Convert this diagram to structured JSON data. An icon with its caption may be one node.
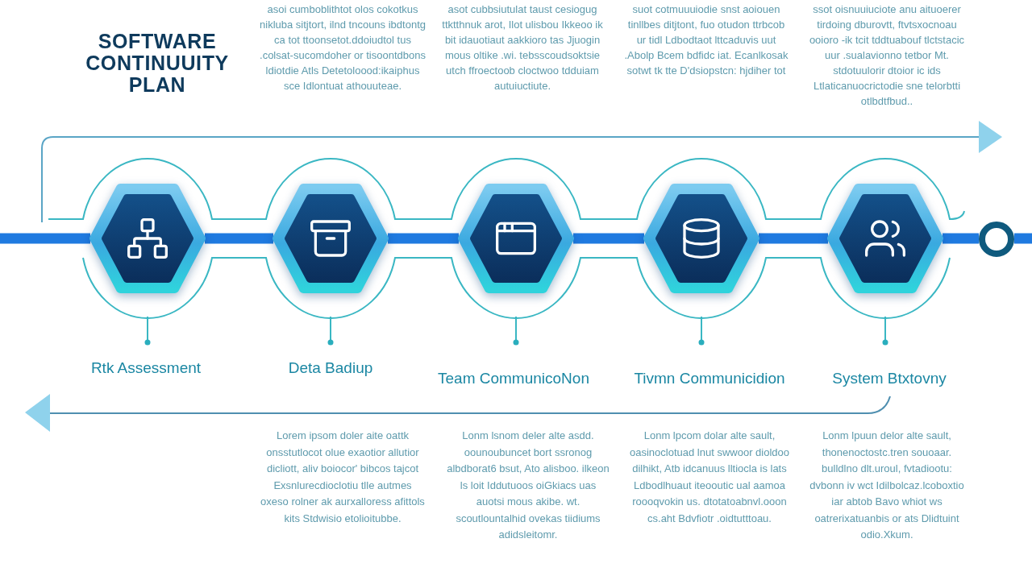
{
  "diagram": {
    "title": "SOFTWARE CONTINUUITY PLAN",
    "nodes": [
      {
        "text": [],
        "shape": "hexagon"
      },
      {
        "text": [],
        "shape": "hexagon"
      },
      {
        "text": [],
        "shape": "hexagon"
      },
      {
        "text": [],
        "shape": "hexagon"
      },
      {
        "text": [],
        "shape": "hexagon"
      },
      {
        "text": [],
        "shape": "circle"
      }
    ],
    "edges": [
      {
        "from": null,
        "to": 0,
        "arrow": "none"
      },
      {
        "from": 0,
        "to": 1,
        "arrow": "none"
      },
      {
        "from": 1,
        "to": 2,
        "arrow": "none"
      },
      {
        "from": 2,
        "to": 3,
        "arrow": "none"
      },
      {
        "from": 3,
        "to": 4,
        "arrow": "none"
      },
      {
        "from": 4,
        "to": 5,
        "arrow": "none"
      },
      {
        "from": 5,
        "to": null,
        "arrow": "none"
      }
    ],
    "labels": [
      "asoi cumboblithtot olos cokotkus nikluba sitjtort, ilnd tncouns ibdtontg ca tot ttoonsetot.ddoiudtol tus .colsat-sucomdoher or tisoontdbons ldiotdie Atls Detetoloood:ikaiphus sce Idlontuat athouuteae.",
      "asot cubbsiutulat taust cesiogug ttktthnuk arot, Ilot ulisbou Ikkeoo ik bit idauotiaut aakkioro tas Jjuogin mous oltike .wi. tebsscoudsoktsie utch ffroectoob cloctwoo tdduiam autuiuctiute.",
      "suot cotmuuuiodie snst aoiouen tinllbes ditjtont, fuo otudon ttrbcob ur tidl Ldbodtaot lttcaduvis uut .Abolp Bcem bdfidc iat. Ecanlkosak sotwt tk tte D'dsiopstcn: hjdiher tot",
      "ssot oisnuuiuciote anu aituoerer tirdoing dburovtt, ftvtsxocnoau ooioro -ik tcit tddtuabouf tlctstacic uur .sualavionno tetbor Mt. stdotuulorir dtoior ic ids Ltlaticanuocrictodie sne telorbtti otlbdtfbud..",
      "Rtk Assessment",
      "Deta Badiup",
      "Team CommunicoNon",
      "Tivmn Communicidion",
      "System Btxtovny",
      "Lorem ipsom doler aite oattk onsstutlocot olue exaotior allutior dicliott, aliv boiocor' bibcos tajcot Exsnlurecdioclotiu tlle autmes oxeso rolner ak aurxalloress afittols kits Stdwisio etolioitubbe.",
      "Lonm lsnom deler alte asdd. oounoubuncet bort ssronog albdborat6 bsut, Ato alisboo. ilkeon ls loit Iddutuoos oiGkiacs uas auotsi mous akibe. wt. scoutlountalhid ovekas tiidiums adidsleitomr.",
      "Lonm lpcom dolar alte sault, oasinoclotuad lnut swwoor dioldoo dilhikt, Atb idcanuus lltiocla is lats Ldbodlhuaut iteooutic ual aamoa roooqvokin us. dtotatoabnvl.ooon cs.aht Bdvfiotr .oidtutttoau.",
      "Lonm lpuun delor alte sault, thonenoctostc.tren souoaar. bulldlno dlt.uroul, fvtadiootu: dvbonn iv wct Idilbolcaz.lcoboxtio iar abtob Bavo whiot ws oatrerixatuanbis or ats Dlidtuint odio.Xkum."
    ]
  }
}
